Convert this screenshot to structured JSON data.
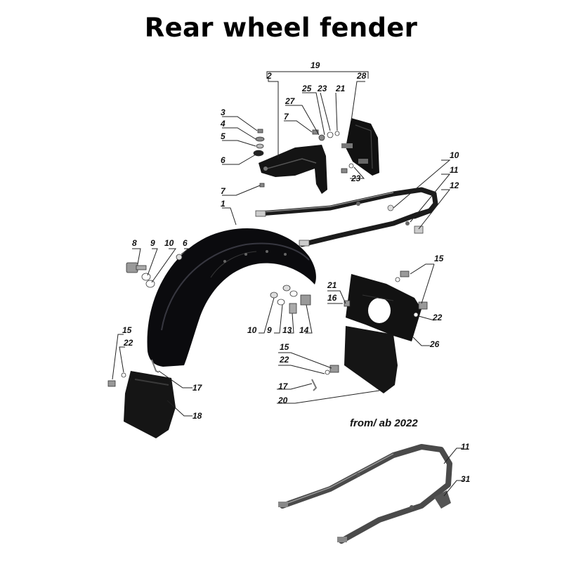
{
  "title": "Rear wheel fender",
  "note": "from/ ab 2022",
  "callouts": [
    {
      "id": "c19",
      "text": "19"
    },
    {
      "id": "c2",
      "text": "2"
    },
    {
      "id": "c28",
      "text": "28"
    },
    {
      "id": "c25",
      "text": "25"
    },
    {
      "id": "c23a",
      "text": "23"
    },
    {
      "id": "c21a",
      "text": "21"
    },
    {
      "id": "c27",
      "text": "27"
    },
    {
      "id": "c7a",
      "text": "7"
    },
    {
      "id": "c3",
      "text": "3"
    },
    {
      "id": "c4",
      "text": "4"
    },
    {
      "id": "c5",
      "text": "5"
    },
    {
      "id": "c6a",
      "text": "6"
    },
    {
      "id": "c23b",
      "text": "23"
    },
    {
      "id": "c10a",
      "text": "10"
    },
    {
      "id": "c11a",
      "text": "11"
    },
    {
      "id": "c12",
      "text": "12"
    },
    {
      "id": "c7b",
      "text": "7"
    },
    {
      "id": "c1",
      "text": "1"
    },
    {
      "id": "c8",
      "text": "8"
    },
    {
      "id": "c9a",
      "text": "9"
    },
    {
      "id": "c10b",
      "text": "10"
    },
    {
      "id": "c6b",
      "text": "6"
    },
    {
      "id": "c15a",
      "text": "15"
    },
    {
      "id": "c21b",
      "text": "21"
    },
    {
      "id": "c16",
      "text": "16"
    },
    {
      "id": "c22a",
      "text": "22"
    },
    {
      "id": "c10c",
      "text": "10"
    },
    {
      "id": "c9b",
      "text": "9"
    },
    {
      "id": "c13",
      "text": "13"
    },
    {
      "id": "c14",
      "text": "14"
    },
    {
      "id": "c26",
      "text": "26"
    },
    {
      "id": "c15b",
      "text": "15"
    },
    {
      "id": "c22b",
      "text": "22"
    },
    {
      "id": "c17a",
      "text": "17"
    },
    {
      "id": "c18",
      "text": "18"
    },
    {
      "id": "c15c",
      "text": "15"
    },
    {
      "id": "c22c",
      "text": "22"
    },
    {
      "id": "c17b",
      "text": "17"
    },
    {
      "id": "c20",
      "text": "20"
    },
    {
      "id": "c11b",
      "text": "11"
    },
    {
      "id": "c31",
      "text": "31"
    }
  ],
  "colors": {
    "fender": "#0b0b0e",
    "flap": "#151515",
    "metal": "#9a9a9a",
    "rail_dark": "#1a1a1a",
    "rail_grey": "#4a4a4a"
  }
}
